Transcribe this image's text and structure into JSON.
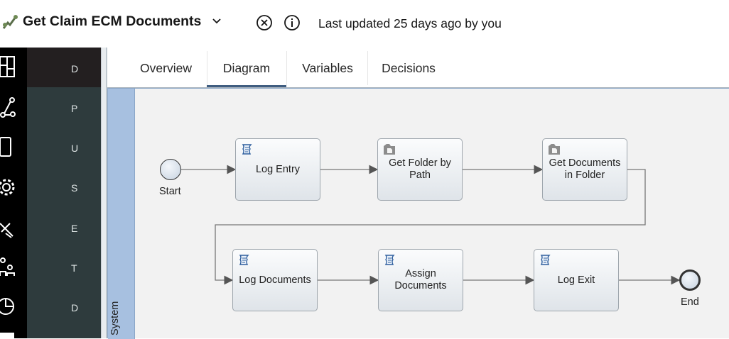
{
  "header": {
    "title": "Get Claim ECM Documents",
    "updated": "Last updated 25 days ago by you"
  },
  "sidenav": {
    "items": [
      {
        "label": "D",
        "icon": "dashboard-icon"
      },
      {
        "label": "P",
        "icon": "process-flow-icon"
      },
      {
        "label": "U",
        "icon": "tablet-icon"
      },
      {
        "label": "S",
        "icon": "gear-icon"
      },
      {
        "label": "E",
        "icon": "satellite-icon"
      },
      {
        "label": "T",
        "icon": "team-icon"
      },
      {
        "label": "D",
        "icon": "pie-chart-icon"
      }
    ]
  },
  "tabs": [
    {
      "label": "Overview"
    },
    {
      "label": "Diagram"
    },
    {
      "label": "Variables"
    },
    {
      "label": "Decisions"
    }
  ],
  "diagram": {
    "lane": "System",
    "start_label": "Start",
    "end_label": "End",
    "tasks": [
      {
        "label": "Log Entry",
        "icon": "script-icon"
      },
      {
        "label": "Get Folder by Path",
        "icon": "service-icon"
      },
      {
        "label": "Get Documents in Folder",
        "icon": "service-icon"
      },
      {
        "label": "Log Documents",
        "icon": "script-icon"
      },
      {
        "label": "Assign Documents",
        "icon": "script-icon"
      },
      {
        "label": "Log Exit",
        "icon": "script-icon"
      }
    ]
  },
  "colors": {
    "sidenav_bg": "#2e3b3d",
    "rail_bg": "#000000",
    "lane_bg": "#a7c0e0",
    "tab_underline": "#3f5d80"
  }
}
